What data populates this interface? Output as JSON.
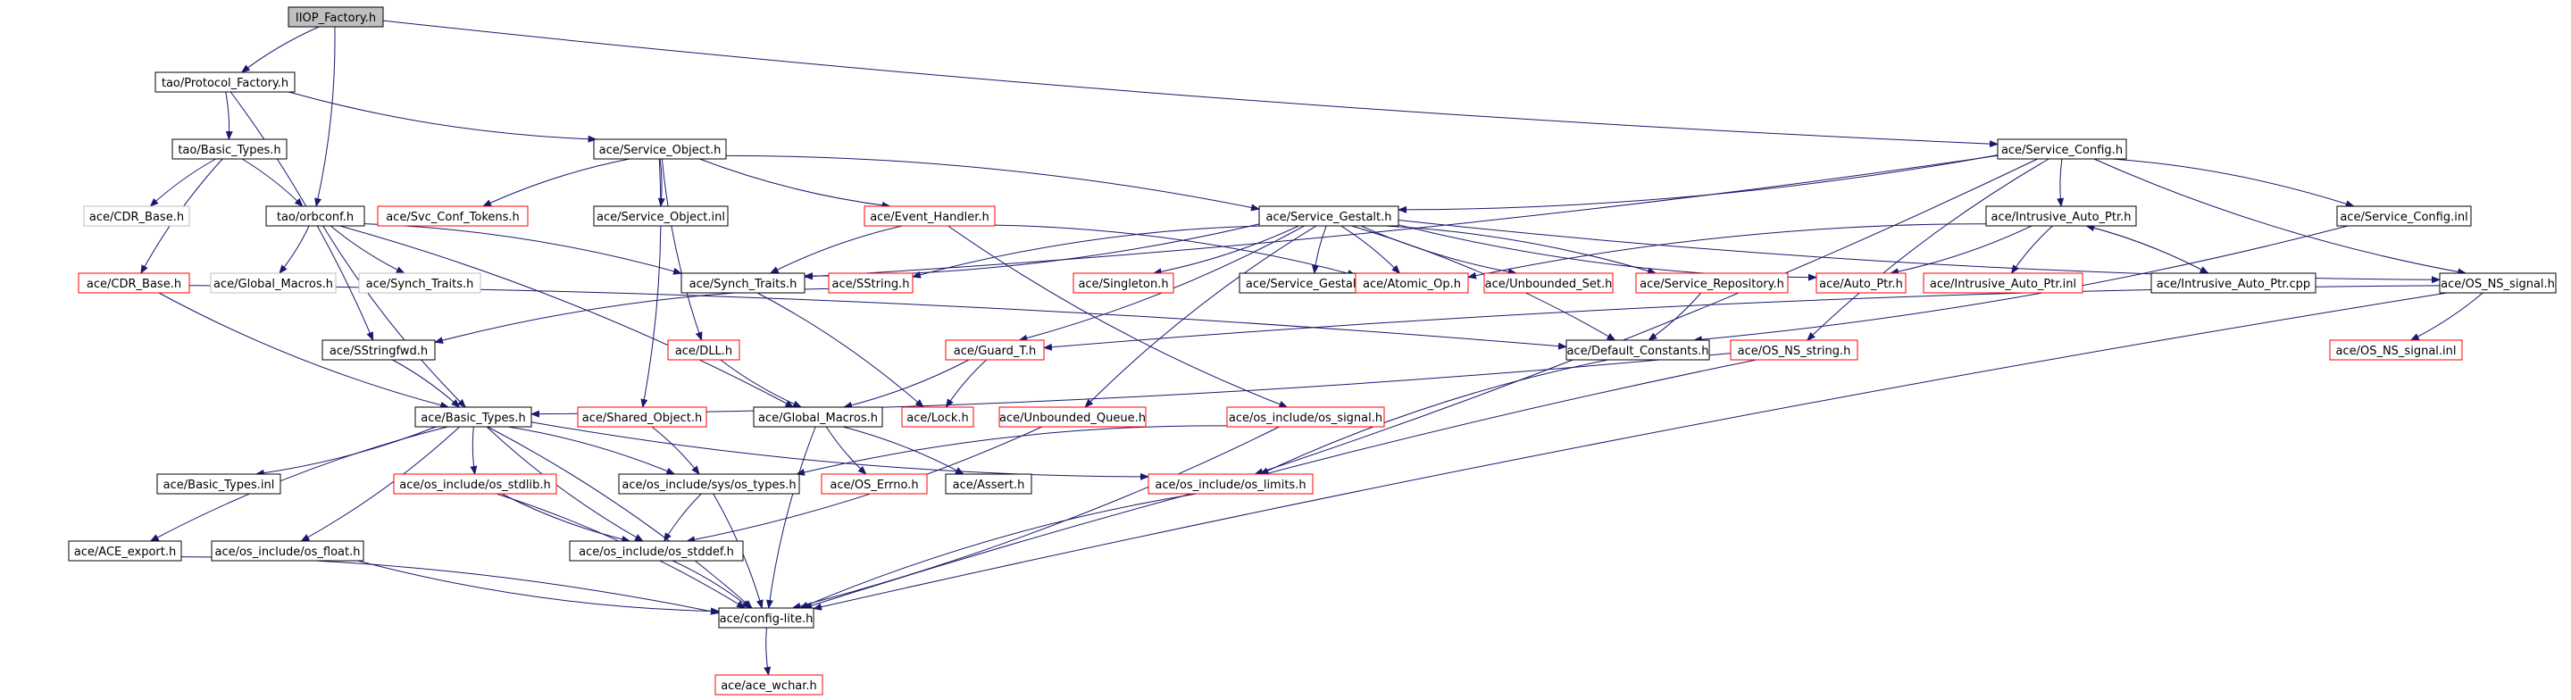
{
  "diagram": {
    "colors": {
      "edge": "#191970",
      "box_normal": "#000000",
      "box_missing": "#ff0000",
      "box_external": "#bfbfbf",
      "root_fill": "#bfbfbf"
    },
    "nodes": [
      {
        "id": "n0",
        "label": "IIOP_Factory.h",
        "style": "root"
      },
      {
        "id": "n1",
        "label": "tao/Protocol_Factory.h",
        "style": "normal"
      },
      {
        "id": "n2",
        "label": "tao/Basic_Types.h",
        "style": "normal"
      },
      {
        "id": "n3",
        "label": "ace/CDR_Base.h",
        "style": "external"
      },
      {
        "id": "n4",
        "label": "tao/orbconf.h",
        "style": "normal"
      },
      {
        "id": "n5",
        "label": "ace/CDR_Base.h",
        "style": "missing"
      },
      {
        "id": "n6",
        "label": "ace/Global_Macros.h",
        "style": "external"
      },
      {
        "id": "n7",
        "label": "ace/Synch_Traits.h",
        "style": "external"
      },
      {
        "id": "n8",
        "label": "ace/Service_Object.h",
        "style": "normal"
      },
      {
        "id": "n9",
        "label": "ace/Svc_Conf_Tokens.h",
        "style": "missing"
      },
      {
        "id": "n10",
        "label": "ace/Service_Object.inl",
        "style": "normal"
      },
      {
        "id": "n11",
        "label": "ace/Event_Handler.h",
        "style": "missing"
      },
      {
        "id": "n12",
        "label": "ace/Service_Gestalt.h",
        "style": "normal"
      },
      {
        "id": "n13",
        "label": "ace/Service_Config.h",
        "style": "normal"
      },
      {
        "id": "n14",
        "label": "ace/Intrusive_Auto_Ptr.h",
        "style": "normal"
      },
      {
        "id": "n15",
        "label": "ace/Service_Config.inl",
        "style": "normal"
      },
      {
        "id": "n16",
        "label": "ace/OS_NS_signal.h",
        "style": "normal"
      },
      {
        "id": "n17",
        "label": "ace/Synch_Traits.h",
        "style": "normal"
      },
      {
        "id": "n18",
        "label": "ace/SString.h",
        "style": "missing"
      },
      {
        "id": "n19",
        "label": "ace/Singleton.h",
        "style": "missing"
      },
      {
        "id": "n20",
        "label": "ace/Service_Gestalt.inl",
        "style": "normal"
      },
      {
        "id": "n21",
        "label": "ace/Atomic_Op.h",
        "style": "missing"
      },
      {
        "id": "n22",
        "label": "ace/Unbounded_Set.h",
        "style": "missing"
      },
      {
        "id": "n23",
        "label": "ace/Service_Repository.h",
        "style": "missing"
      },
      {
        "id": "n24",
        "label": "ace/Auto_Ptr.h",
        "style": "missing"
      },
      {
        "id": "n25",
        "label": "ace/Intrusive_Auto_Ptr.inl",
        "style": "missing"
      },
      {
        "id": "n26",
        "label": "ace/Intrusive_Auto_Ptr.cpp",
        "style": "normal"
      },
      {
        "id": "n27",
        "label": "ace/SStringfwd.h",
        "style": "normal"
      },
      {
        "id": "n28",
        "label": "ace/DLL.h",
        "style": "missing"
      },
      {
        "id": "n29",
        "label": "ace/Guard_T.h",
        "style": "missing"
      },
      {
        "id": "n30",
        "label": "ace/Default_Constants.h",
        "style": "normal"
      },
      {
        "id": "n31",
        "label": "ace/OS_NS_string.h",
        "style": "missing"
      },
      {
        "id": "n32",
        "label": "ace/OS_NS_signal.inl",
        "style": "missing"
      },
      {
        "id": "n33",
        "label": "ace/Basic_Types.h",
        "style": "normal"
      },
      {
        "id": "n34",
        "label": "ace/Shared_Object.h",
        "style": "missing"
      },
      {
        "id": "n35",
        "label": "ace/Global_Macros.h",
        "style": "normal"
      },
      {
        "id": "n36",
        "label": "ace/Lock.h",
        "style": "missing"
      },
      {
        "id": "n37",
        "label": "ace/Unbounded_Queue.h",
        "style": "missing"
      },
      {
        "id": "n38",
        "label": "ace/os_include/os_signal.h",
        "style": "missing"
      },
      {
        "id": "n39",
        "label": "ace/Basic_Types.inl",
        "style": "normal"
      },
      {
        "id": "n40",
        "label": "ace/os_include/os_stdlib.h",
        "style": "missing"
      },
      {
        "id": "n41",
        "label": "ace/os_include/sys/os_types.h",
        "style": "normal"
      },
      {
        "id": "n42",
        "label": "ace/OS_Errno.h",
        "style": "missing"
      },
      {
        "id": "n43",
        "label": "ace/Assert.h",
        "style": "normal"
      },
      {
        "id": "n44",
        "label": "ace/os_include/os_limits.h",
        "style": "missing"
      },
      {
        "id": "n45",
        "label": "ace/ACE_export.h",
        "style": "normal"
      },
      {
        "id": "n46",
        "label": "ace/os_include/os_float.h",
        "style": "normal"
      },
      {
        "id": "n47",
        "label": "ace/os_include/os_stddef.h",
        "style": "normal"
      },
      {
        "id": "n48",
        "label": "ace/config-lite.h",
        "style": "normal"
      },
      {
        "id": "n49",
        "label": "ace/ace_wchar.h",
        "style": "missing"
      }
    ],
    "edges": [
      [
        "n0",
        "n1"
      ],
      [
        "n0",
        "n4"
      ],
      [
        "n0",
        "n13"
      ],
      [
        "n1",
        "n2"
      ],
      [
        "n1",
        "n8"
      ],
      [
        "n1",
        "n27"
      ],
      [
        "n2",
        "n3"
      ],
      [
        "n2",
        "n4"
      ],
      [
        "n2",
        "n5"
      ],
      [
        "n4",
        "n6"
      ],
      [
        "n4",
        "n7"
      ],
      [
        "n4",
        "n17"
      ],
      [
        "n4",
        "n33"
      ],
      [
        "n4",
        "n35"
      ],
      [
        "n5",
        "n33"
      ],
      [
        "n5",
        "n30"
      ],
      [
        "n8",
        "n9"
      ],
      [
        "n8",
        "n10"
      ],
      [
        "n8",
        "n11"
      ],
      [
        "n8",
        "n12"
      ],
      [
        "n8",
        "n28"
      ],
      [
        "n8",
        "n34"
      ],
      [
        "n11",
        "n17"
      ],
      [
        "n11",
        "n21"
      ],
      [
        "n11",
        "n38"
      ],
      [
        "n12",
        "n17"
      ],
      [
        "n12",
        "n18"
      ],
      [
        "n12",
        "n19"
      ],
      [
        "n12",
        "n20"
      ],
      [
        "n12",
        "n21"
      ],
      [
        "n12",
        "n22"
      ],
      [
        "n12",
        "n23"
      ],
      [
        "n12",
        "n24"
      ],
      [
        "n12",
        "n29"
      ],
      [
        "n12",
        "n37"
      ],
      [
        "n12",
        "n30"
      ],
      [
        "n12",
        "n16"
      ],
      [
        "n13",
        "n12"
      ],
      [
        "n13",
        "n14"
      ],
      [
        "n13",
        "n15"
      ],
      [
        "n13",
        "n16"
      ],
      [
        "n13",
        "n17"
      ],
      [
        "n13",
        "n31"
      ],
      [
        "n13",
        "n44"
      ],
      [
        "n14",
        "n21"
      ],
      [
        "n14",
        "n24"
      ],
      [
        "n14",
        "n25"
      ],
      [
        "n14",
        "n26"
      ],
      [
        "n26",
        "n14"
      ],
      [
        "n15",
        "n30"
      ],
      [
        "n16",
        "n29"
      ],
      [
        "n16",
        "n32"
      ],
      [
        "n16",
        "n48"
      ],
      [
        "n17",
        "n36"
      ],
      [
        "n18",
        "n27"
      ],
      [
        "n27",
        "n33"
      ],
      [
        "n28",
        "n35"
      ],
      [
        "n29",
        "n35"
      ],
      [
        "n29",
        "n36"
      ],
      [
        "n23",
        "n30"
      ],
      [
        "n30",
        "n44"
      ],
      [
        "n31",
        "n33"
      ],
      [
        "n31",
        "n48"
      ],
      [
        "n33",
        "n39"
      ],
      [
        "n33",
        "n40"
      ],
      [
        "n33",
        "n41"
      ],
      [
        "n33",
        "n45"
      ],
      [
        "n33",
        "n46"
      ],
      [
        "n33",
        "n47"
      ],
      [
        "n33",
        "n48"
      ],
      [
        "n33",
        "n44"
      ],
      [
        "n34",
        "n41"
      ],
      [
        "n35",
        "n42"
      ],
      [
        "n35",
        "n43"
      ],
      [
        "n35",
        "n48"
      ],
      [
        "n37",
        "n47"
      ],
      [
        "n38",
        "n41"
      ],
      [
        "n38",
        "n48"
      ],
      [
        "n40",
        "n47"
      ],
      [
        "n40",
        "n48"
      ],
      [
        "n41",
        "n47"
      ],
      [
        "n41",
        "n48"
      ],
      [
        "n44",
        "n48"
      ],
      [
        "n45",
        "n48"
      ],
      [
        "n46",
        "n48"
      ],
      [
        "n47",
        "n48"
      ],
      [
        "n48",
        "n49"
      ]
    ]
  }
}
